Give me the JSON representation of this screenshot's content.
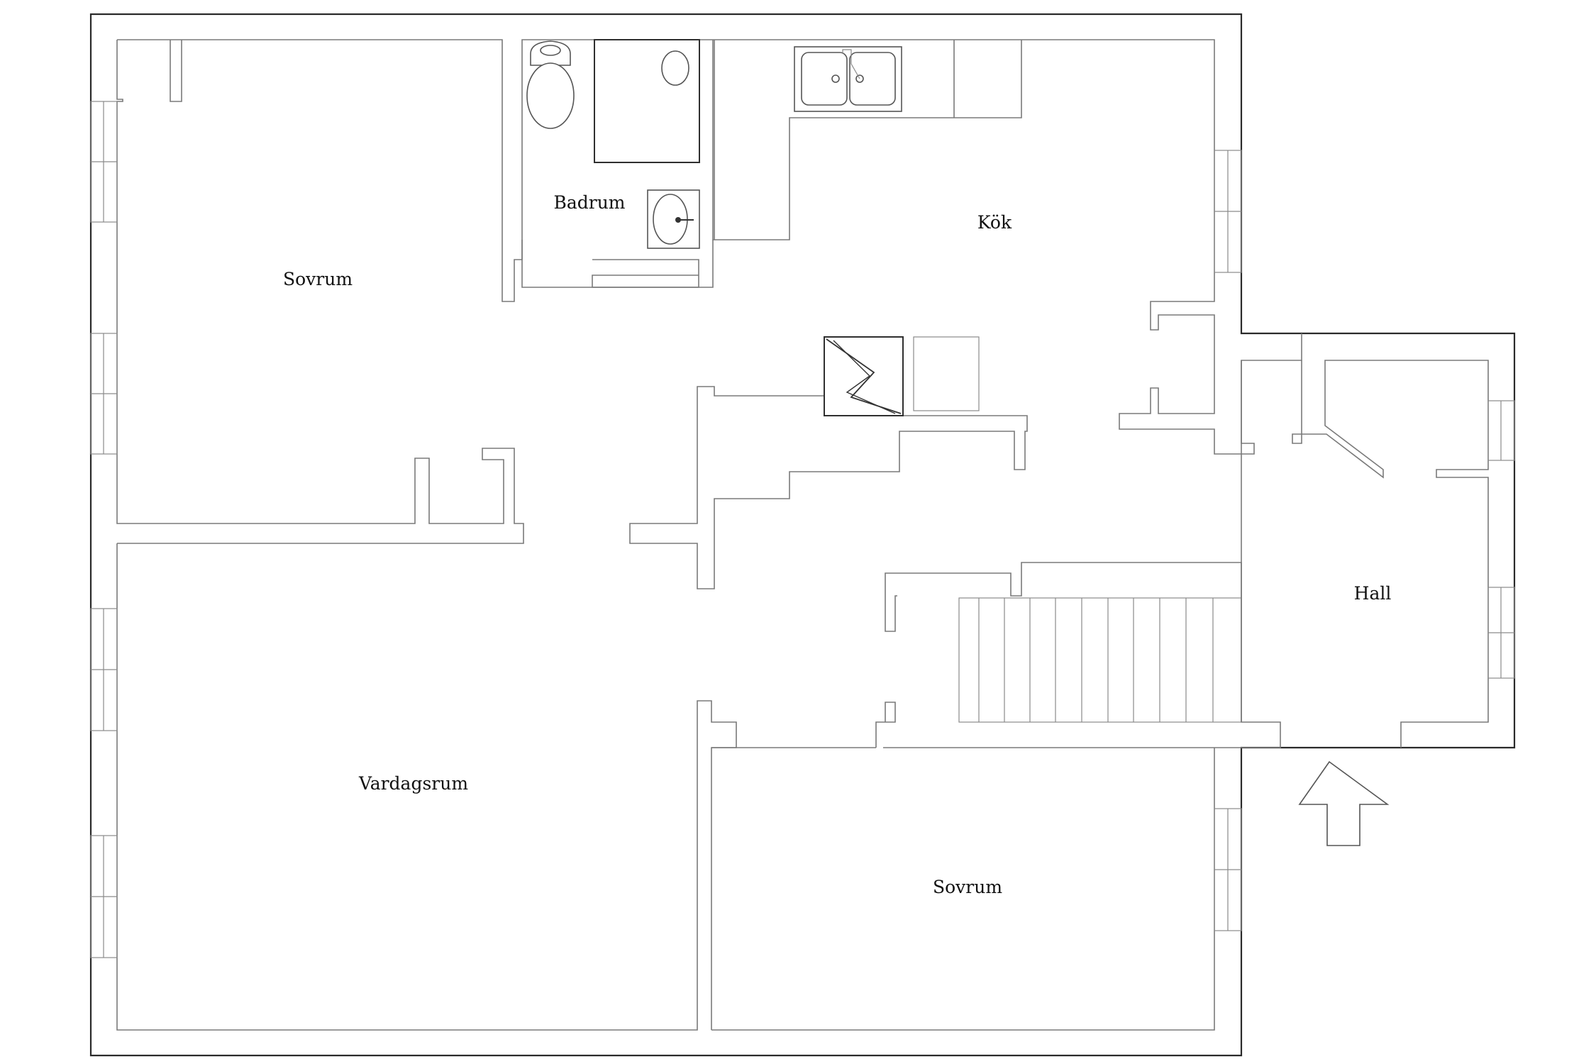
{
  "rooms": {
    "bedroom_top": "Sovrum",
    "bathroom": "Badrum",
    "kitchen": "Kök",
    "hall": "Hall",
    "living": "Vardagsrum",
    "bedroom_bottom": "Sovrum"
  },
  "symbols": {
    "entrance": "arrow-up-icon",
    "electrical_panel": "lightning-icon"
  }
}
